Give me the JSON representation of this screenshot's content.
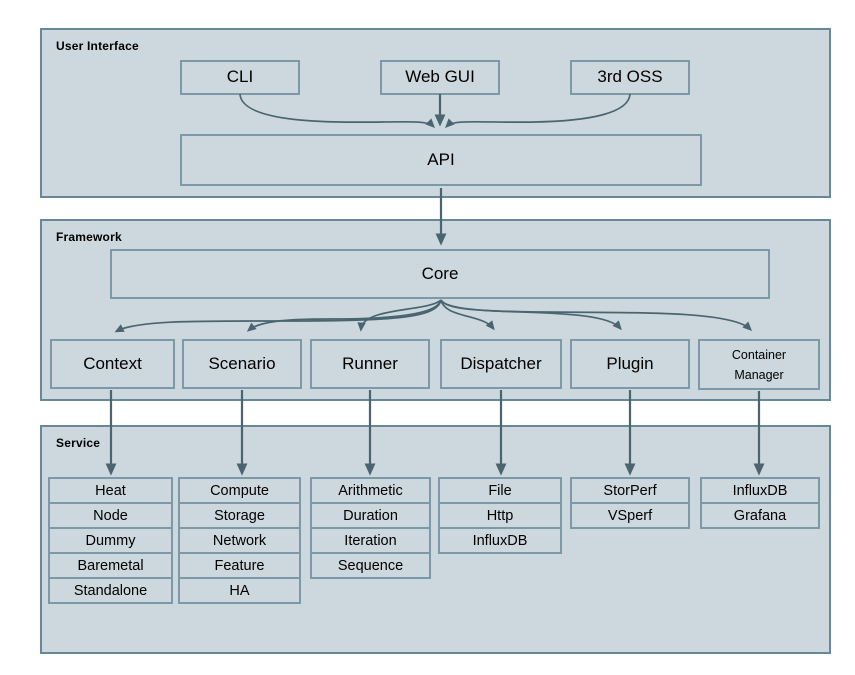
{
  "colors": {
    "page_bg": "#ffffff",
    "panel_fill": "#ccd8dd",
    "panel_border": "#68889a",
    "box_border": "#7b99a7",
    "arrow": "#4a6470",
    "text": "#000000"
  },
  "panels": {
    "user_interface": {
      "label": "User Interface",
      "boxes": [
        "CLI",
        "Web GUI",
        "3rd OSS"
      ],
      "api": "API"
    },
    "framework": {
      "label": "Framework",
      "core": "Core",
      "modules": [
        "Context",
        "Scenario",
        "Runner",
        "Dispatcher",
        "Plugin",
        "Container Manager"
      ]
    },
    "service": {
      "label": "Service",
      "stacks": [
        {
          "parent": "Context",
          "items": [
            "Heat",
            "Node",
            "Dummy",
            "Baremetal",
            "Standalone"
          ]
        },
        {
          "parent": "Scenario",
          "items": [
            "Compute",
            "Storage",
            "Network",
            "Feature",
            "HA"
          ]
        },
        {
          "parent": "Runner",
          "items": [
            "Arithmetic",
            "Duration",
            "Iteration",
            "Sequence"
          ]
        },
        {
          "parent": "Dispatcher",
          "items": [
            "File",
            "Http",
            "InfluxDB"
          ]
        },
        {
          "parent": "Plugin",
          "items": [
            "StorPerf",
            "VSperf"
          ]
        },
        {
          "parent": "Container Manager",
          "items": [
            "InfluxDB",
            "Grafana"
          ]
        }
      ]
    }
  }
}
